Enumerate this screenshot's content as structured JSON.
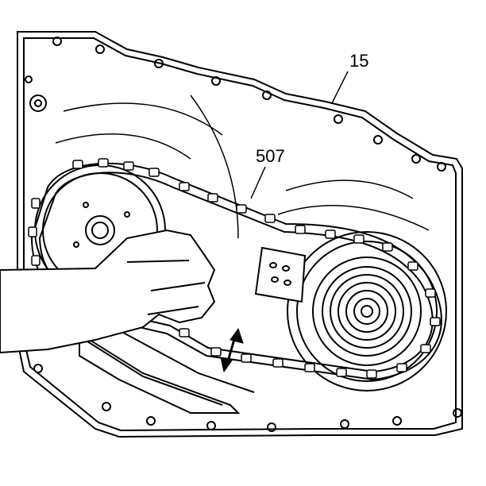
{
  "diagram": {
    "callouts": [
      {
        "id": "15",
        "label": "15"
      },
      {
        "id": "507",
        "label": "507"
      }
    ],
    "colors": {
      "line": "#000000",
      "background": "#ffffff"
    },
    "icons": [
      "double-arrow-icon"
    ]
  }
}
